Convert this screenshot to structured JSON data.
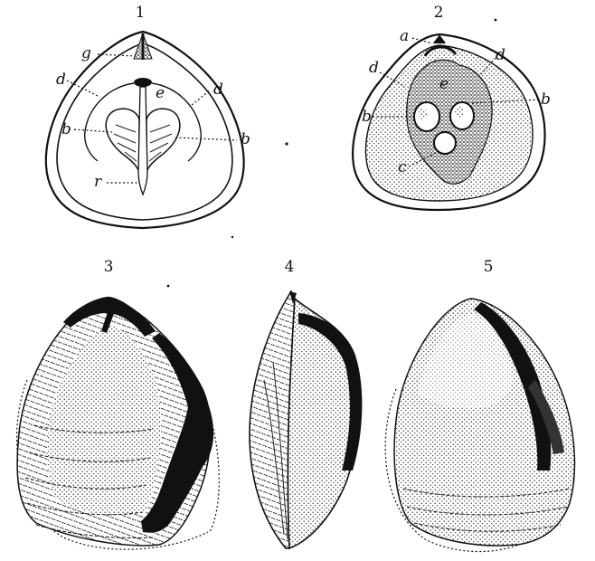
{
  "figures": {
    "fig1": {
      "number": "1",
      "labels": {
        "g": "g",
        "d_left": "d",
        "e": "e",
        "d_right": "d",
        "b_left": "b",
        "b_right": "b",
        "r": "r"
      }
    },
    "fig2": {
      "number": "2",
      "labels": {
        "a": "a",
        "d_left": "d",
        "e_top": "e",
        "d_right": "d",
        "b_left": "b",
        "b_right": "b",
        "c": "c"
      }
    },
    "fig3": {
      "number": "3"
    },
    "fig4": {
      "number": "4"
    },
    "fig5": {
      "number": "5"
    }
  }
}
